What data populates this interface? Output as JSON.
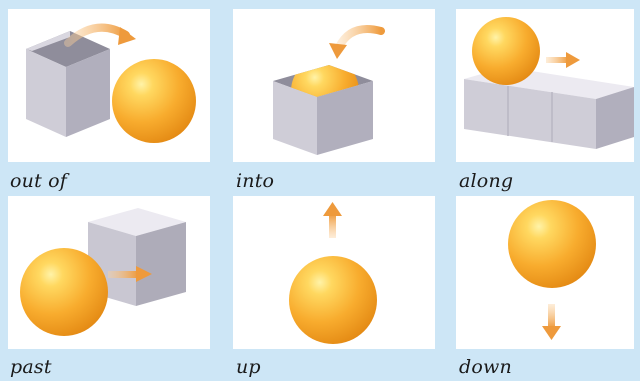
{
  "panels": [
    {
      "label": "out of",
      "scene": "ball-out-of-box-icon"
    },
    {
      "label": "into",
      "scene": "ball-into-box-icon"
    },
    {
      "label": "along",
      "scene": "ball-along-blocks-icon"
    },
    {
      "label": "past",
      "scene": "ball-past-cube-icon"
    },
    {
      "label": "up",
      "scene": "ball-up-arrow-icon"
    },
    {
      "label": "down",
      "scene": "ball-down-arrow-icon"
    }
  ],
  "colors": {
    "background": "#cde6f6",
    "panel": "#ffffff",
    "ball": "#f5a623",
    "ball_highlight": "#ffe27a",
    "cube_top": "#eceaf1",
    "cube_left": "#c9c7d2",
    "cube_right": "#aeacb9",
    "arrow": "#f0a24a"
  }
}
